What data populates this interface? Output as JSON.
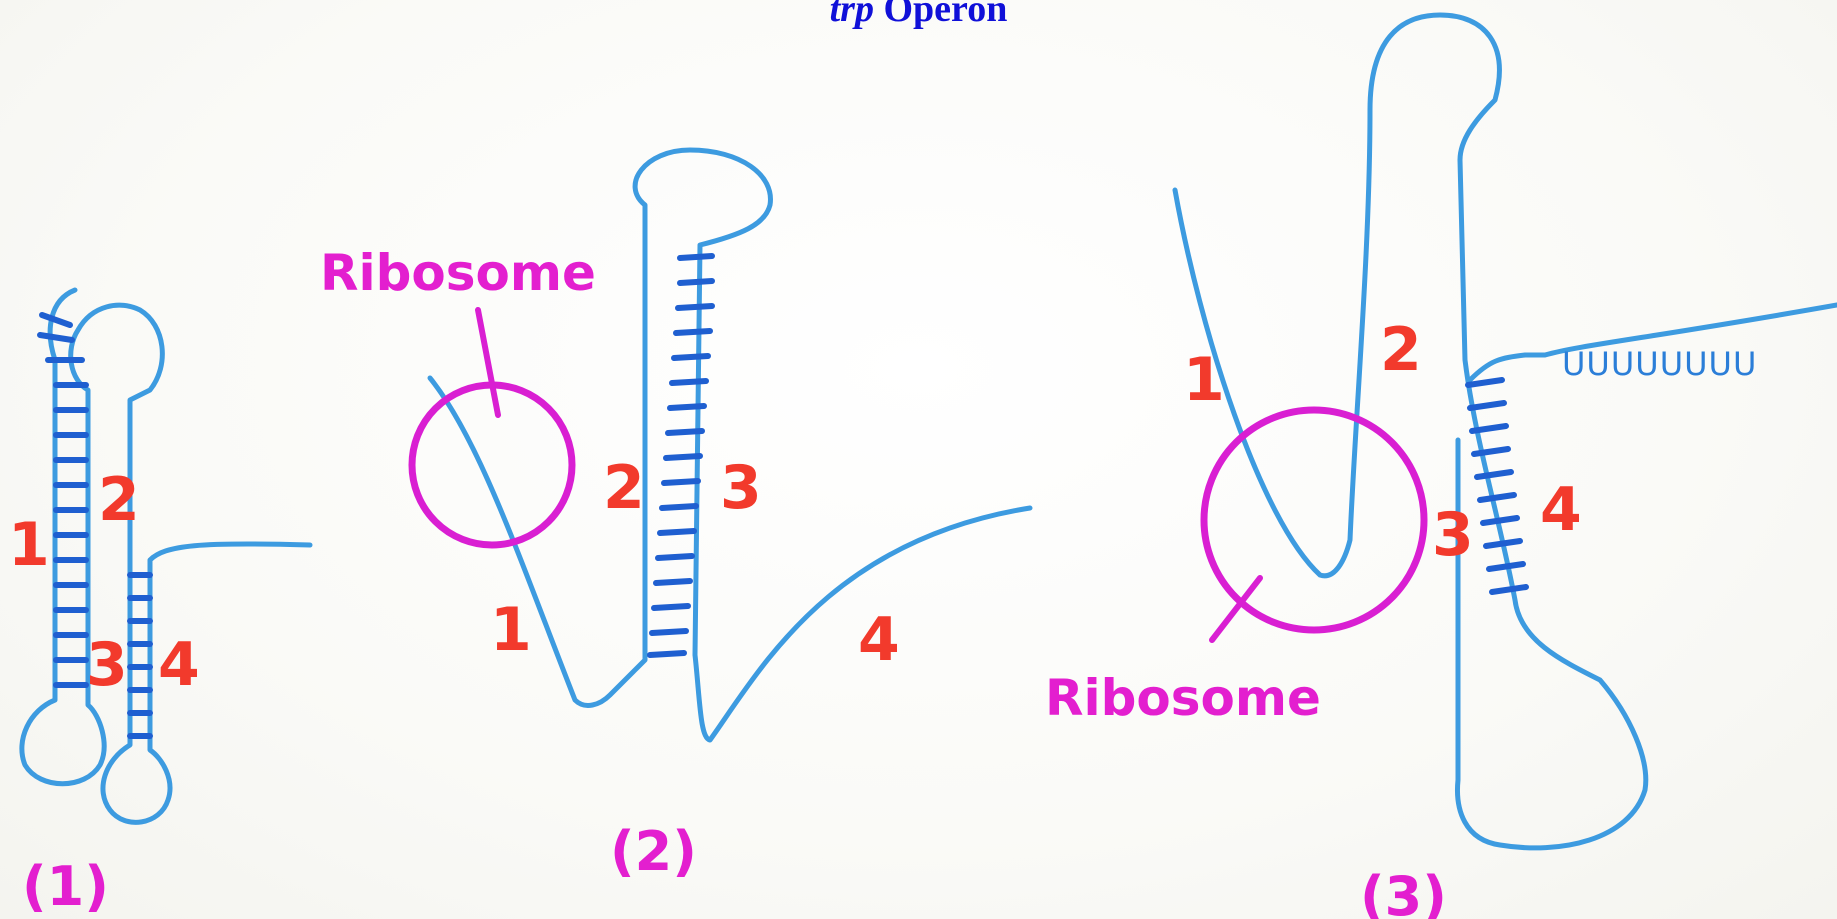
{
  "title": {
    "italic_part": "trp",
    "rest": "Operon"
  },
  "panels": [
    {
      "label": "(1)",
      "region_labels": [
        "1",
        "2",
        "3",
        "4"
      ]
    },
    {
      "label": "(2)",
      "ribosome_label": "Ribosome",
      "region_labels": [
        "1",
        "2",
        "3",
        "4"
      ]
    },
    {
      "label": "(3)",
      "ribosome_label": "Ribosome",
      "region_labels": [
        "1",
        "2",
        "3",
        "4"
      ],
      "poly_u": "UUUUUUUU"
    }
  ],
  "colors": {
    "rna_strand": "#3d9be0",
    "base_pairs": "#1f5fd0",
    "ribosome": "#d91fd2",
    "region_numbers": "#f23a2c",
    "title": "#1010d8"
  }
}
